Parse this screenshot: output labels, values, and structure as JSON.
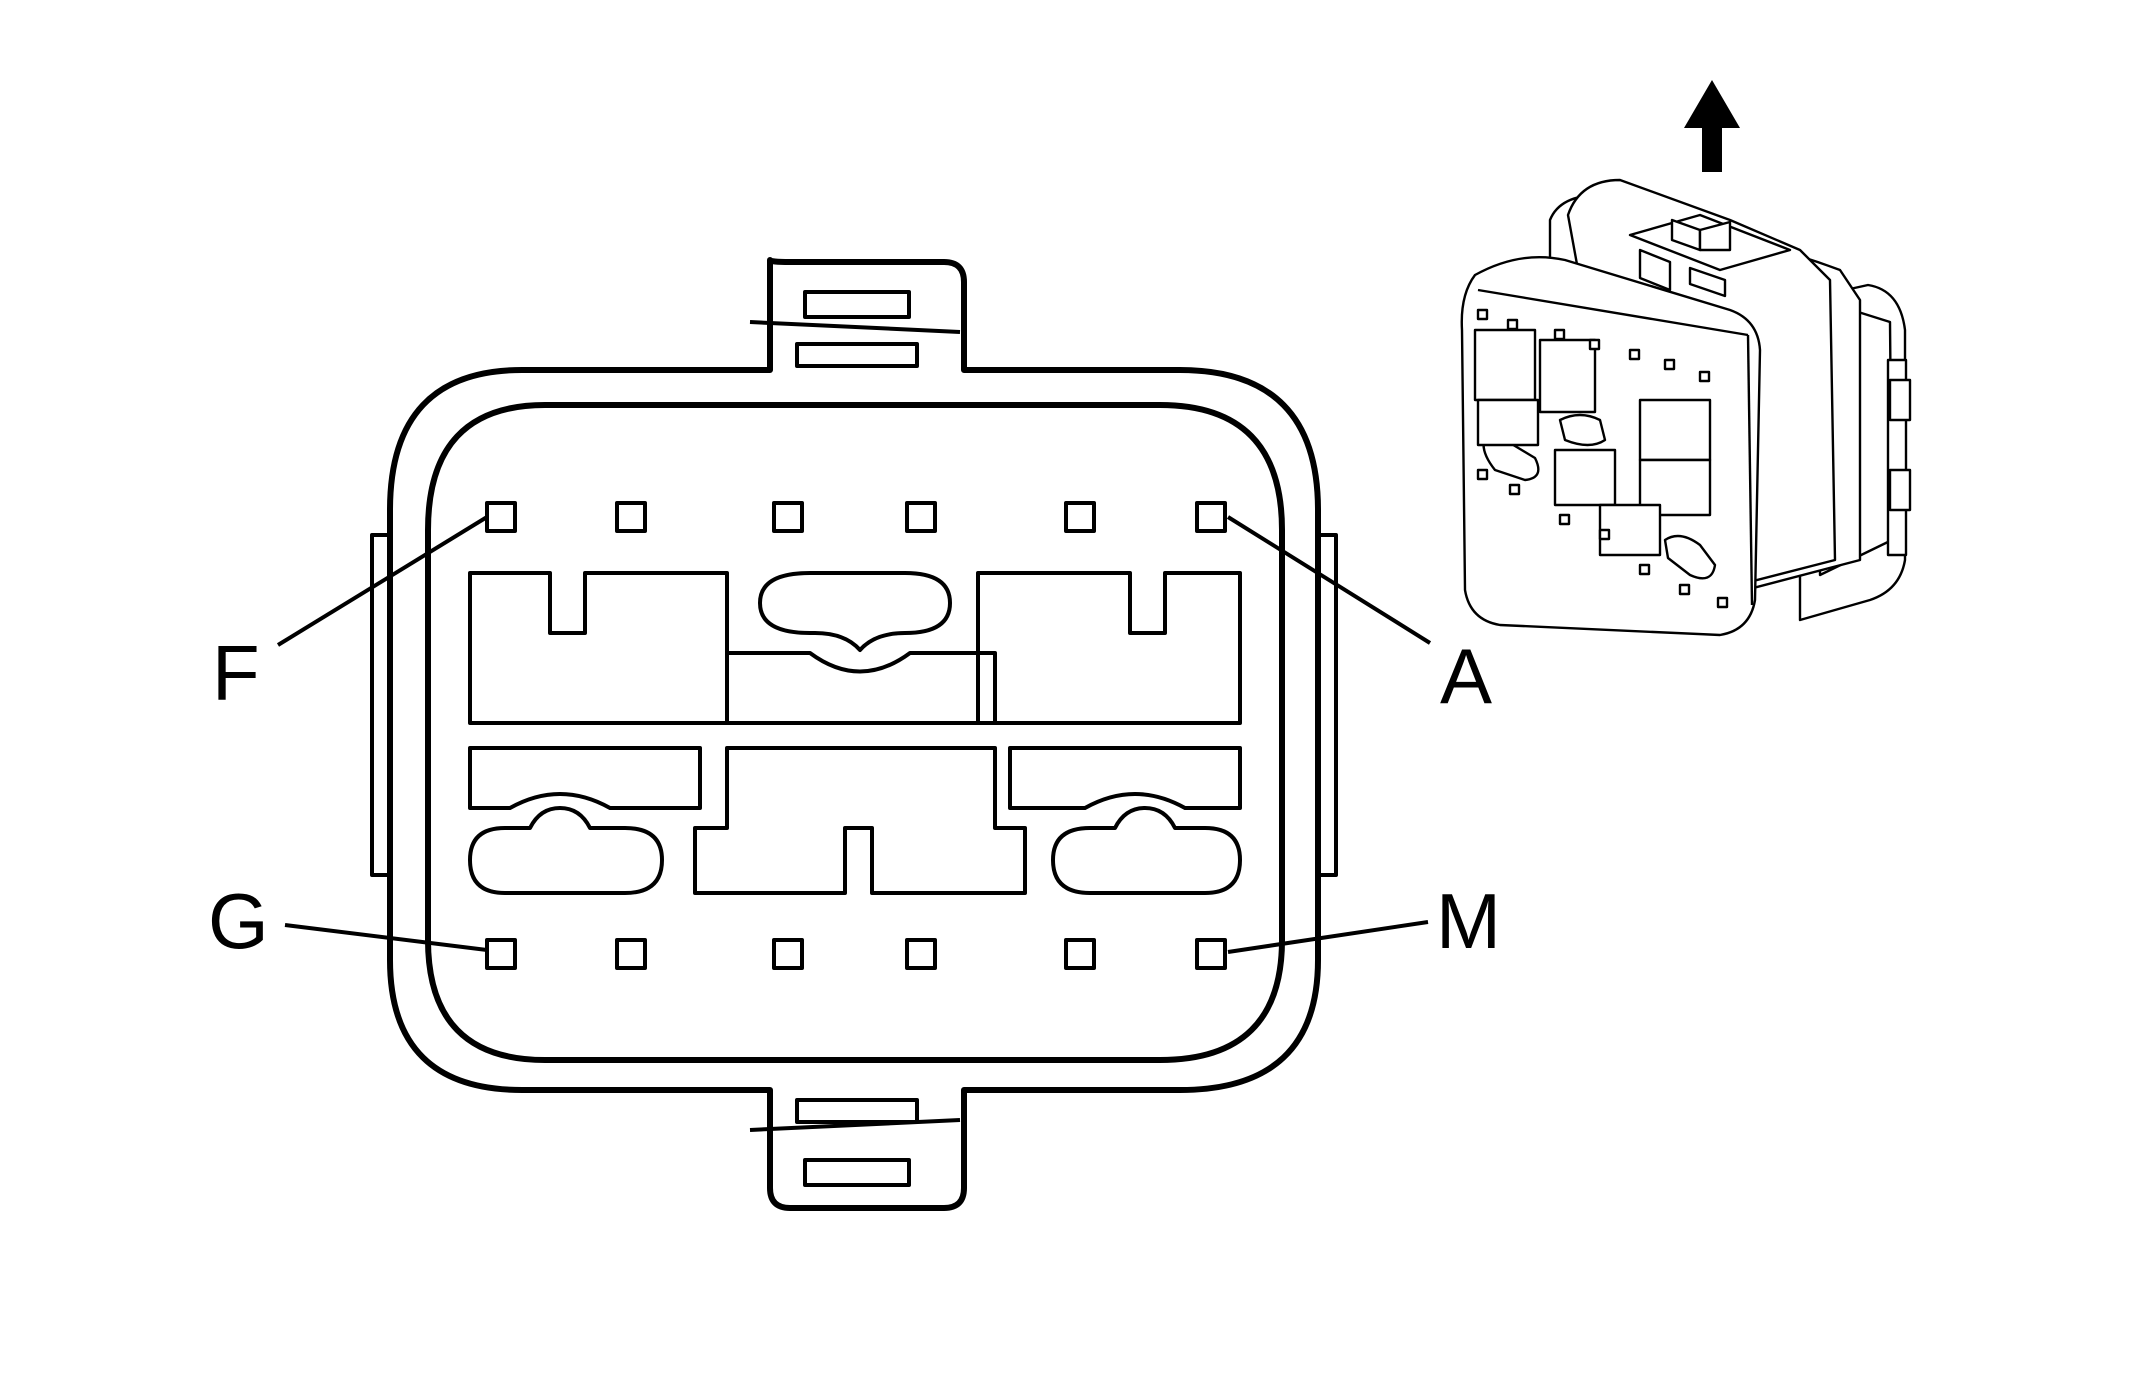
{
  "connector_view": {
    "pin_labels": {
      "top_left": "F",
      "top_right": "A",
      "bottom_left": "G",
      "bottom_right": "M"
    }
  },
  "icons": {
    "direction_arrow": "up-arrow-icon"
  }
}
